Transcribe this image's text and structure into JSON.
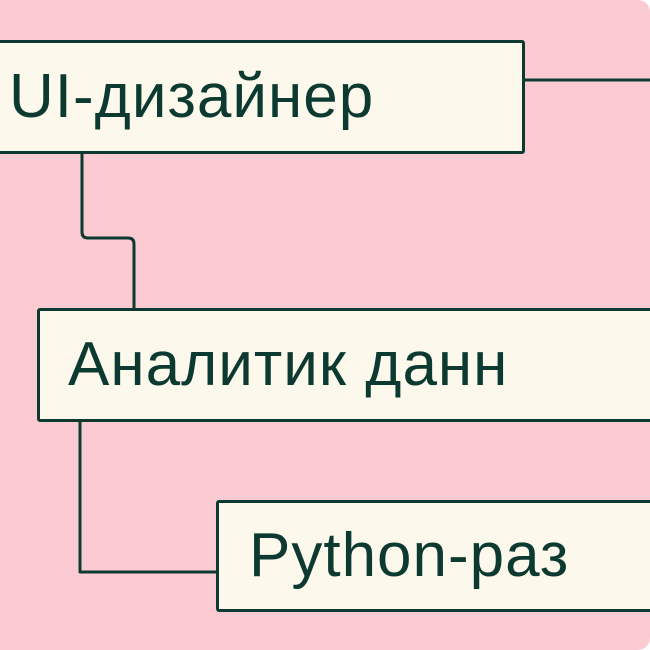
{
  "diagram": {
    "nodes": [
      {
        "id": "ui-designer",
        "label": "UI-дизайнер"
      },
      {
        "id": "data-analyst",
        "label": "Аналитик данн"
      },
      {
        "id": "python-dev",
        "label": "Python-раз"
      }
    ],
    "edges": [
      {
        "from": "ui-designer",
        "to": "data-analyst"
      },
      {
        "from": "data-analyst",
        "to": "python-dev"
      }
    ]
  },
  "colors": {
    "background": "#fccad3",
    "node_fill": "#fdf8ec",
    "line": "#0c3a30",
    "text": "#0c3a30"
  }
}
